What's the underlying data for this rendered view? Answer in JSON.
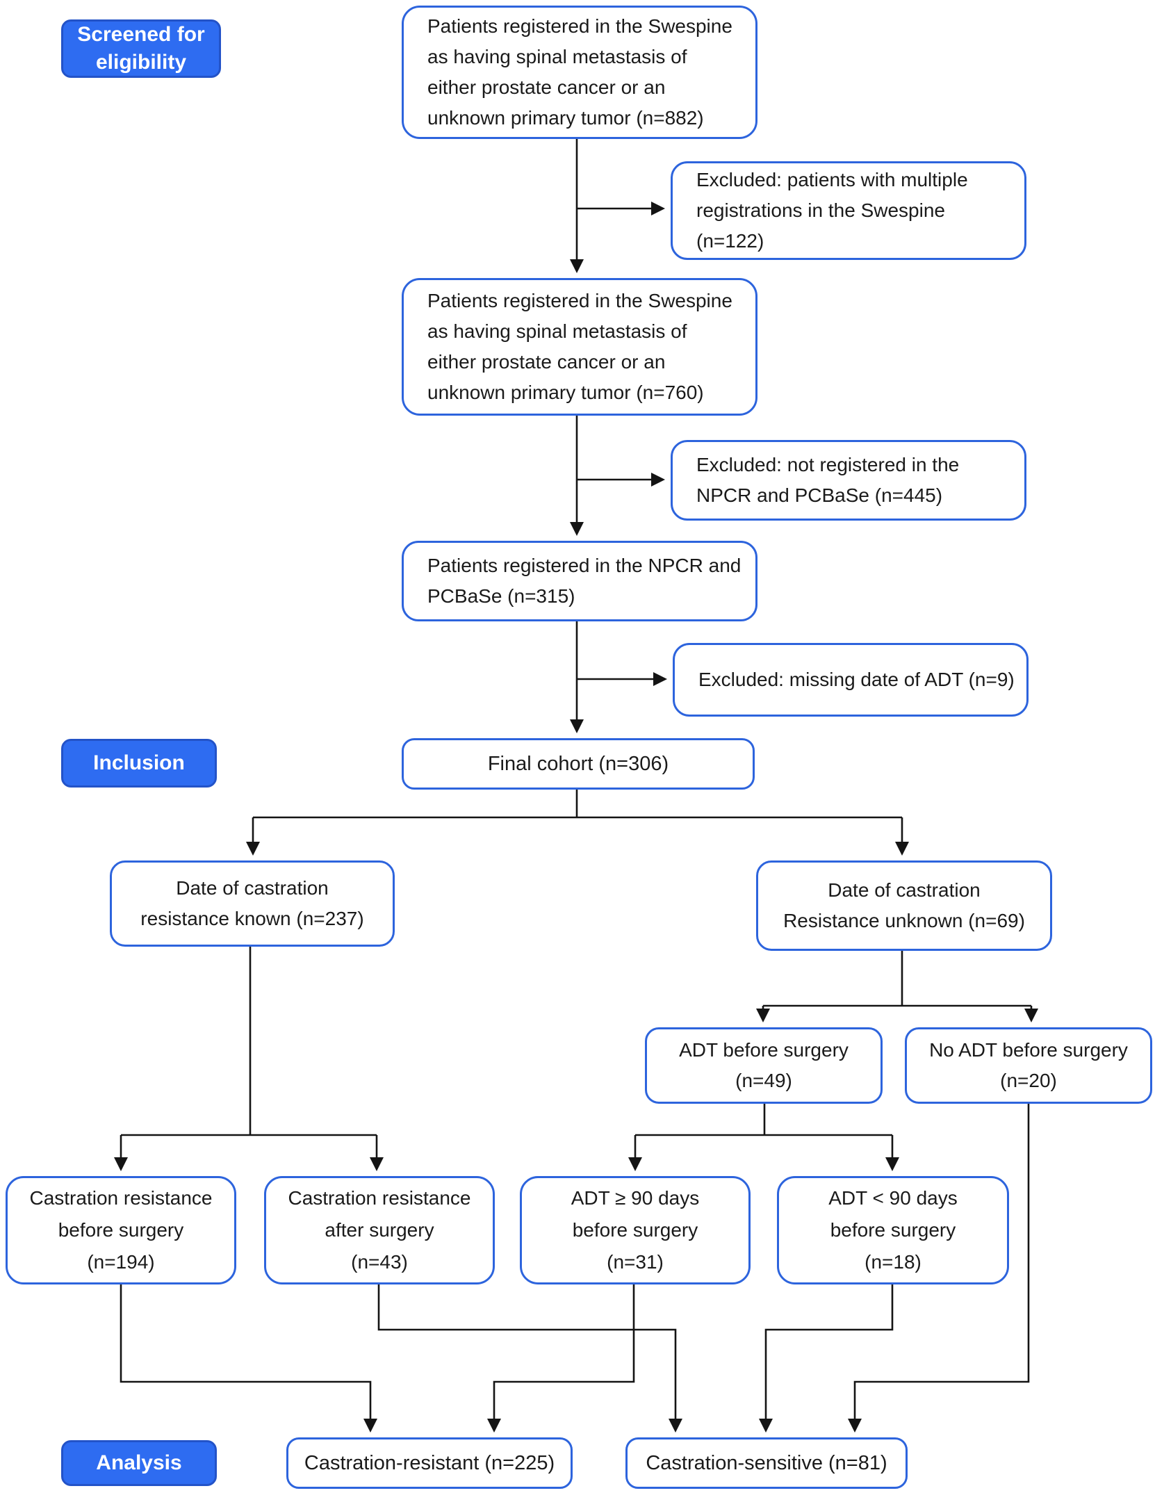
{
  "stage_labels": {
    "screened": "Screened for\neligibility",
    "inclusion": "Inclusion",
    "analysis": "Analysis"
  },
  "boxes": {
    "swespine_882": "Patients registered in the Swespine\nas having spinal metastasis of\neither prostate cancer or an\nunknown primary tumor (n=882)",
    "excluded_multiple": "Excluded: patients with multiple\nregistrations in the Swespine\n(n=122)",
    "swespine_760": "Patients registered in the Swespine\nas having spinal metastasis of\neither prostate cancer or an\nunknown primary tumor (n=760)",
    "excluded_npcr": "Excluded: not registered in the\nNPCR and PCBaSe (n=445)",
    "npcr_315": "Patients registered in the NPCR and\nPCBaSe (n=315)",
    "excluded_adt_date": "Excluded: missing date of ADT (n=9)",
    "final_cohort": "Final cohort (n=306)",
    "cr_date_known": "Date of castration\nresistance known (n=237)",
    "cr_date_unknown": "Date of castration\nResistance unknown (n=69)",
    "adt_before_surgery": "ADT before surgery\n(n=49)",
    "no_adt_before_surgery": "No ADT before surgery\n(n=20)",
    "cr_before_surgery": "Castration resistance\nbefore surgery\n(n=194)",
    "cr_after_surgery": "Castration resistance\nafter surgery\n(n=43)",
    "adt_ge_90_days": "ADT ≥ 90 days\nbefore surgery\n(n=31)",
    "adt_lt_90_days": "ADT < 90 days\nbefore surgery\n(n=18)",
    "castration_resistant": "Castration-resistant (n=225)",
    "castration_sensitive": "Castration-sensitive (n=81)"
  },
  "colors": {
    "box_border": "#2d64dd",
    "box_fill": "#ffffff",
    "label_fill": "#2e6cf1",
    "label_border": "#2353c8",
    "label_text": "#ffffff",
    "line": "#141414",
    "text": "#1a1a1a"
  }
}
